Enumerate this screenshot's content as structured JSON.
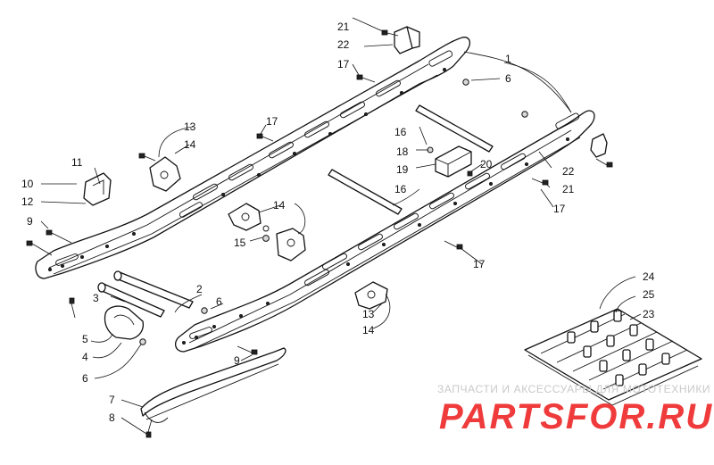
{
  "callouts": [
    {
      "id": "c1",
      "text": "1"
    },
    {
      "id": "c2",
      "text": "2"
    },
    {
      "id": "c3",
      "text": "3"
    },
    {
      "id": "c4",
      "text": "4"
    },
    {
      "id": "c5",
      "text": "5"
    },
    {
      "id": "c6a",
      "text": "6"
    },
    {
      "id": "c6b",
      "text": "6"
    },
    {
      "id": "c6c",
      "text": "6"
    },
    {
      "id": "c7",
      "text": "7"
    },
    {
      "id": "c8",
      "text": "8"
    },
    {
      "id": "c9a",
      "text": "9"
    },
    {
      "id": "c9b",
      "text": "9"
    },
    {
      "id": "c10",
      "text": "10"
    },
    {
      "id": "c11",
      "text": "11"
    },
    {
      "id": "c12",
      "text": "12"
    },
    {
      "id": "c13a",
      "text": "13"
    },
    {
      "id": "c13b",
      "text": "13"
    },
    {
      "id": "c14a",
      "text": "14"
    },
    {
      "id": "c14b",
      "text": "14"
    },
    {
      "id": "c14c",
      "text": "14"
    },
    {
      "id": "c15",
      "text": "15"
    },
    {
      "id": "c16a",
      "text": "16"
    },
    {
      "id": "c16b",
      "text": "16"
    },
    {
      "id": "c17a",
      "text": "17"
    },
    {
      "id": "c17b",
      "text": "17"
    },
    {
      "id": "c17c",
      "text": "17"
    },
    {
      "id": "c17d",
      "text": "17"
    },
    {
      "id": "c18",
      "text": "18"
    },
    {
      "id": "c19",
      "text": "19"
    },
    {
      "id": "c20",
      "text": "20"
    },
    {
      "id": "c21a",
      "text": "21"
    },
    {
      "id": "c21b",
      "text": "21"
    },
    {
      "id": "c22a",
      "text": "22"
    },
    {
      "id": "c22b",
      "text": "22"
    },
    {
      "id": "c23",
      "text": "23"
    },
    {
      "id": "c24",
      "text": "24"
    },
    {
      "id": "c25",
      "text": "25"
    }
  ],
  "watermark": {
    "subtitle": "ЗАПЧАСТИ И АКСЕССУАРЫ ДЛЯ МОТОТЕХНИКИ",
    "brand": "PARTSFOR.RU",
    "brand_color": "#ef3b3b"
  }
}
